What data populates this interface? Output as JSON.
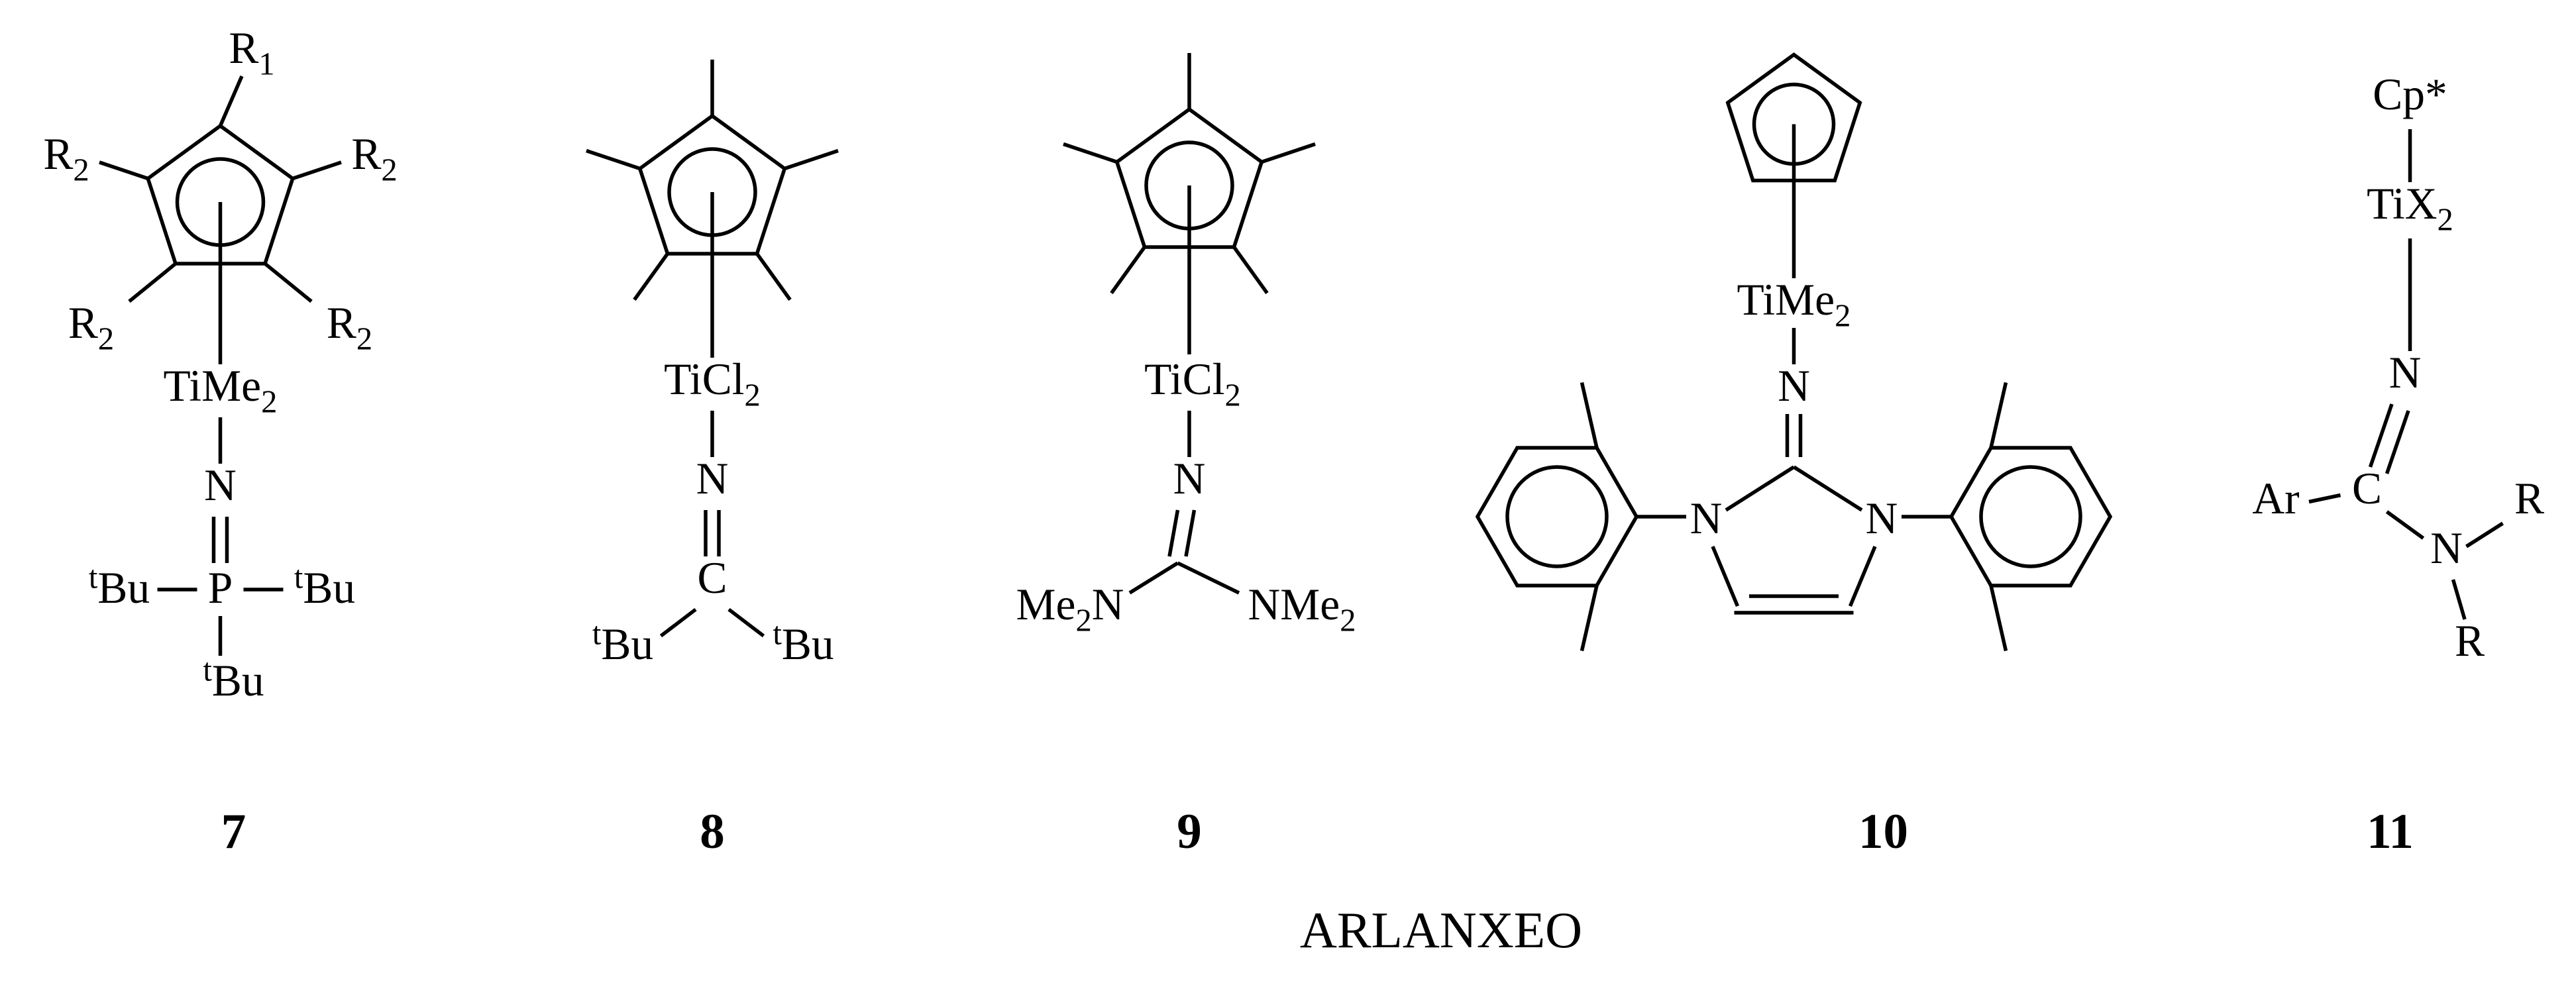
{
  "caption": "ARLANXEO",
  "structures": {
    "s7": {
      "number": "7",
      "r1": "R₁",
      "r2_ul": "R₂",
      "r2_ur": "R₂",
      "r2_ll": "R₂",
      "r2_lr": "R₂",
      "metal": "TiMe₂",
      "n": "N",
      "p": "P",
      "tbu_left": "ᵗBu",
      "tbu_right": "ᵗBu",
      "tbu_bottom": "ᵗBu"
    },
    "s8": {
      "number": "8",
      "metal": "TiCl₂",
      "n": "N",
      "c": "C",
      "tbu_left": "ᵗBu",
      "tbu_right": "ᵗBu"
    },
    "s9": {
      "number": "9",
      "metal": "TiCl₂",
      "n": "N",
      "nme2_left": "Me₂N",
      "nme2_right": "NMe₂"
    },
    "s10": {
      "number": "10",
      "metal": "TiMe₂",
      "n_imine": "N",
      "n_left": "N",
      "n_right": "N"
    },
    "s11": {
      "number": "11",
      "cp": "Cp*",
      "metal": "TiX₂",
      "n_imine": "N",
      "c": "C",
      "ar": "Ar",
      "n_amine": "N",
      "r_upper": "R",
      "r_lower": "R"
    }
  }
}
